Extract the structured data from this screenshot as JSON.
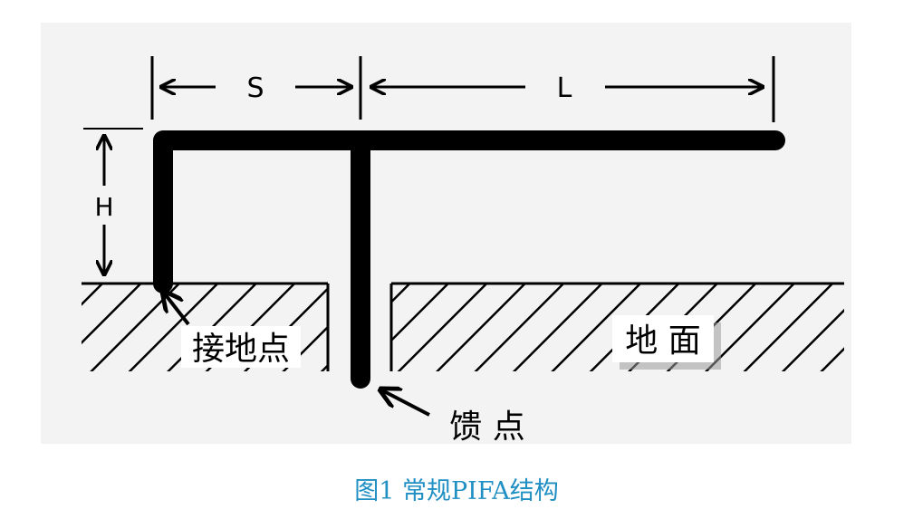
{
  "diagram": {
    "labels": {
      "s": "S",
      "l": "L",
      "h": "H",
      "ground_point": "接地点",
      "ground_plane": "地 面",
      "feed_point": "馈 点"
    }
  },
  "caption": "图1 常规PIFA结构"
}
